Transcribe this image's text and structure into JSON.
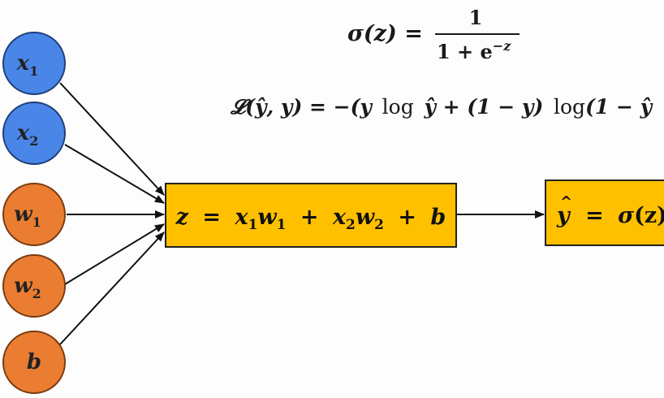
{
  "colors": {
    "input_node": "#4a86e8",
    "input_node_stroke": "#1f3f7a",
    "param_node": "#ea7d32",
    "param_node_stroke": "#7a3b10",
    "box_fill": "#ffc000",
    "box_stroke": "#222222",
    "arrow": "#111111"
  },
  "inputs": [
    {
      "base": "x",
      "sub": "1"
    },
    {
      "base": "x",
      "sub": "2"
    },
    {
      "base": "w",
      "sub": "1"
    },
    {
      "base": "w",
      "sub": "2"
    },
    {
      "base": "b",
      "sub": ""
    }
  ],
  "linear_box": {
    "z": "z",
    "eq": "=",
    "x1": "x",
    "x1_sub": "1",
    "w1": "w",
    "w1_sub": "1",
    "plus1": "+",
    "x2": "x",
    "x2_sub": "2",
    "w2": "w",
    "w2_sub": "2",
    "plus2": "+",
    "b": "b"
  },
  "output_box": {
    "yhat": "y",
    "hat": "^",
    "eq": "=",
    "sigma": "σ",
    "z": "(z)"
  },
  "sigmoid_eq": {
    "lhs": "σ(z) =",
    "numerator": "1",
    "denominator": "1 + e",
    "exponent": "−z"
  },
  "loss_eq": {
    "lhs": "𝓛(ŷ, y) = −(y",
    "log1": "log",
    "mid": "ŷ + (1 − y)",
    "log2": "log",
    "rhs": "(1 − ŷ"
  }
}
